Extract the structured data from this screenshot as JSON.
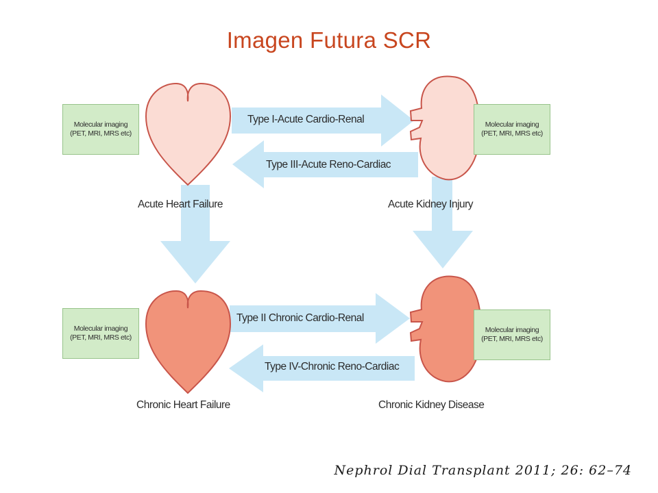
{
  "title": "Imagen Futura SCR",
  "imaging_box": {
    "line1": "Molecular imaging",
    "line2": "(PET, MRI, MRS etc)"
  },
  "arrows": {
    "type1": "Type I-Acute Cardio-Renal",
    "type3": "Type III-Acute Reno-Cardiac",
    "type2": "Type II Chronic Cardio-Renal",
    "type4": "Type IV-Chronic Reno-Cardiac"
  },
  "nodes": {
    "acute_heart": "Acute Heart Failure",
    "acute_kidney": "Acute Kidney Injury",
    "chronic_heart": "Chronic Heart Failure",
    "chronic_kidney": "Chronic Kidney Disease"
  },
  "citation": "Nephrol Dial Transplant 2011; 26: 62–74",
  "colors": {
    "title": "#c8461f",
    "arrow_fill": "#c9e7f6",
    "acute_fill": "#fbdcd4",
    "chronic_fill": "#f1937a",
    "outline": "#c8554a",
    "imaging_box_fill": "#d2ebc8"
  },
  "icons": {
    "acute_heart": "heart-icon",
    "chronic_heart": "heart-icon",
    "acute_kidney": "kidney-icon",
    "chronic_kidney": "kidney-icon"
  }
}
